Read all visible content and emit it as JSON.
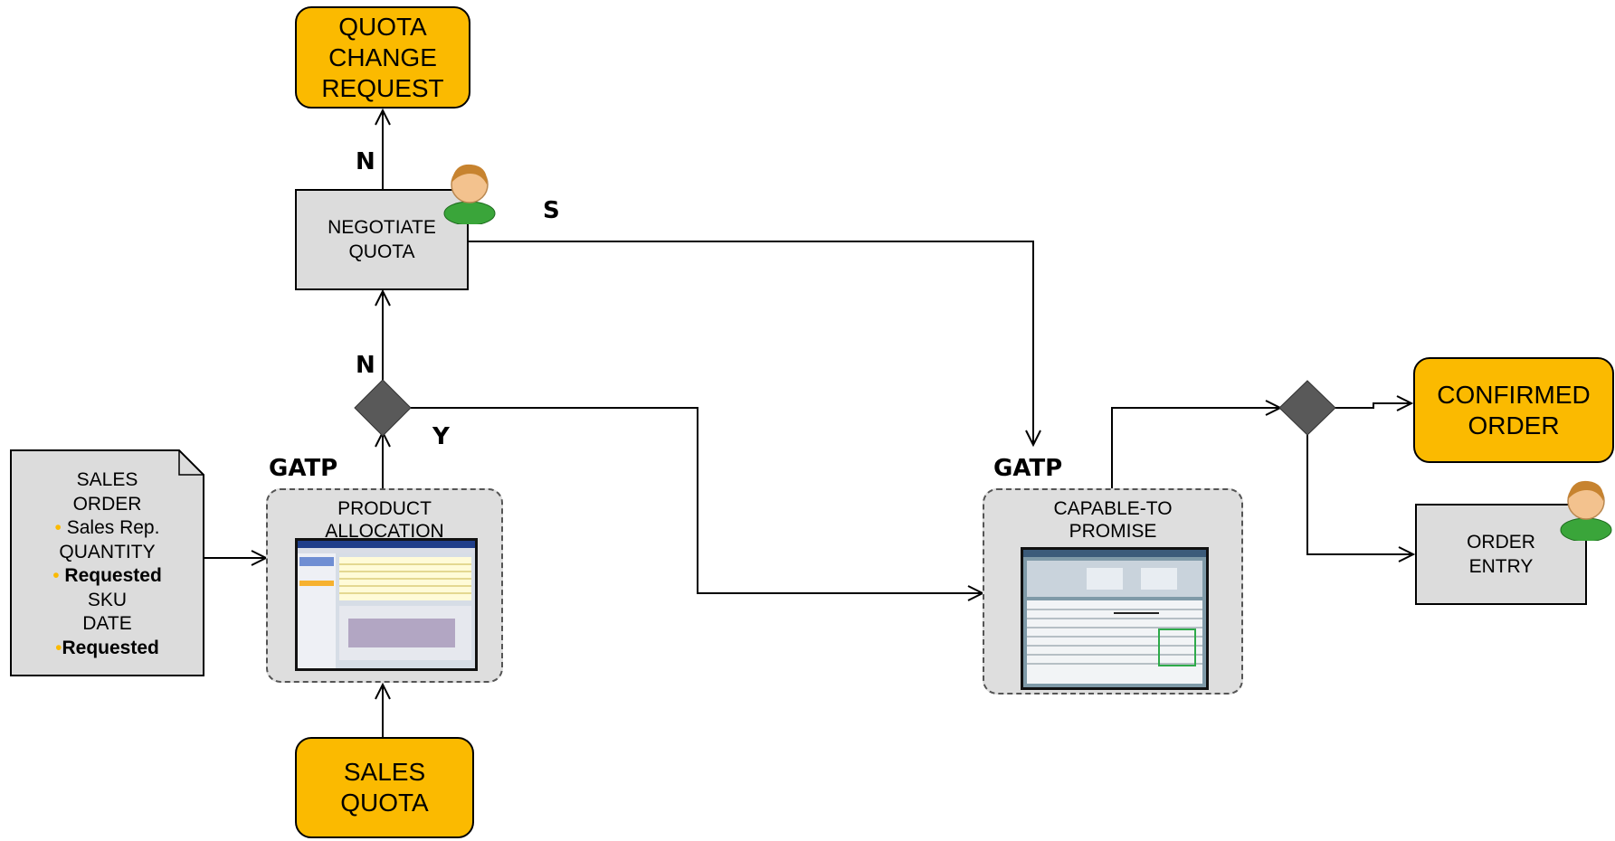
{
  "nodes": {
    "quota_change_request": [
      "QUOTA",
      "CHANGE",
      "REQUEST"
    ],
    "negotiate_quota": [
      "NEGOTIATE",
      "QUOTA"
    ],
    "product_allocation": [
      "PRODUCT",
      "ALLOCATION"
    ],
    "capable_to_promise": [
      "CAPABLE-TO",
      "PROMISE"
    ],
    "sales_quota": [
      "SALES",
      "QUOTA"
    ],
    "confirmed_order": [
      "CONFIRMED",
      "ORDER"
    ],
    "order_entry": [
      "ORDER",
      "ENTRY"
    ]
  },
  "sales_order_doc": {
    "line1": "SALES",
    "line2": "ORDER",
    "line3_bullet": "•",
    "line3_text": " Sales Rep.",
    "line4": "QUANTITY",
    "line5_bullet": "•",
    "line5_text": " Requested",
    "line6": "SKU",
    "line7": "DATE",
    "line8_bullet": "•",
    "line8_text": "Requested"
  },
  "system_labels": {
    "left": "GATP",
    "right": "GATP"
  },
  "edge_labels": {
    "n_top": "N",
    "n_mid": "N",
    "s": "S",
    "y": "Y"
  },
  "colors": {
    "terminal": "#fbba00",
    "process": "#dcdcdc",
    "decision": "#595959",
    "bullet": "#fbba00"
  },
  "icons": [
    "person-icon",
    "person-icon",
    "screenshot-thumbnail",
    "screenshot-thumbnail"
  ]
}
